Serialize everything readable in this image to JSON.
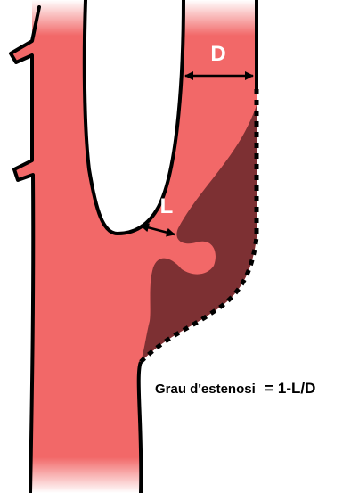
{
  "diagram": {
    "label_vessel_diameter": "D",
    "label_residual_lumen": "L",
    "formula_name": "Grau d'estenosi",
    "formula_expression": "= 1-L/D"
  },
  "colors": {
    "blood": "#f26868",
    "plaque": "#7d3033",
    "outline": "#000000",
    "label": "#ffffff",
    "background": "#ffffff"
  }
}
